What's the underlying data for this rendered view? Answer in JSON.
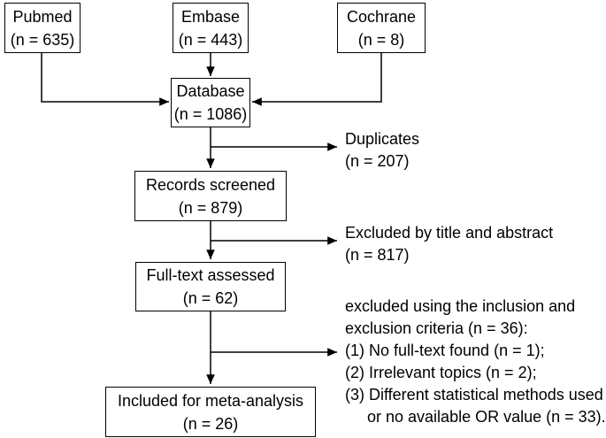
{
  "sources": [
    {
      "label": "Pubmed",
      "count": "(n = 635)"
    },
    {
      "label": "Embase",
      "count": "(n = 443)"
    },
    {
      "label": "Cochrane",
      "count": "(n = 8)"
    }
  ],
  "database": {
    "label": "Database",
    "count": "(n = 1086)"
  },
  "duplicates": {
    "label": "Duplicates",
    "count": "(n = 207)"
  },
  "screened": {
    "label": "Records screened",
    "count": "(n = 879)"
  },
  "excluded_title": {
    "label": "Excluded by title and abstract",
    "count": "(n = 817)"
  },
  "fulltext": {
    "label": "Full-text assessed",
    "count": "(n = 62)"
  },
  "excluded_criteria": {
    "lines": [
      "excluded using the inclusion and",
      "exclusion criteria (n = 36):",
      "(1) No full-text found (n = 1);",
      "(2) Irrelevant topics (n = 2);",
      "(3) Different statistical methods used",
      "     or no available OR value (n = 33)."
    ]
  },
  "included": {
    "label": "Included for meta-analysis",
    "count": "(n = 26)"
  }
}
